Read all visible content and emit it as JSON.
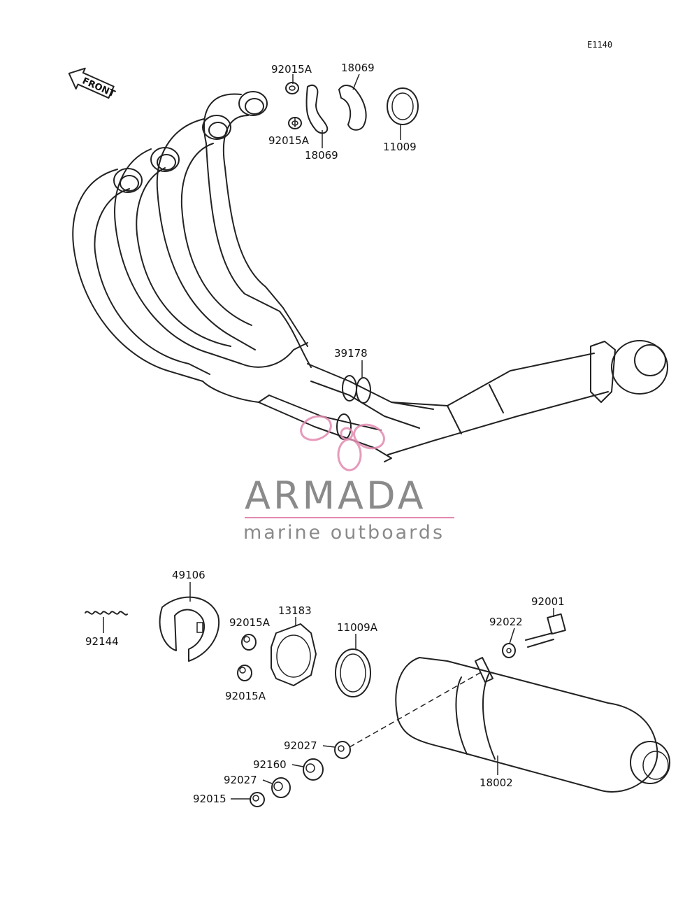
{
  "diagram_code": "E1140",
  "front_label": "FRONT",
  "watermark": {
    "title": "ARMADA",
    "subtitle": "marine outboards",
    "color": "#e28ab0"
  },
  "labels": {
    "washer_clip_top_1": "92015A",
    "washer_clip_top_2": "92015A",
    "holder_top_1": "18069",
    "holder_top_2": "18069",
    "gasket_top": "11009",
    "pipe_joint": "39178",
    "guard": "49106",
    "spring": "92144",
    "damper_1": "92015A",
    "damper_2": "92015A",
    "plate": "13183",
    "gasket_lower": "11009A",
    "bolt": "92001",
    "washer": "92022",
    "muffler": "18002",
    "rubber_1": "92027",
    "collar": "92160",
    "rubber_2": "92027",
    "nut": "92015"
  }
}
